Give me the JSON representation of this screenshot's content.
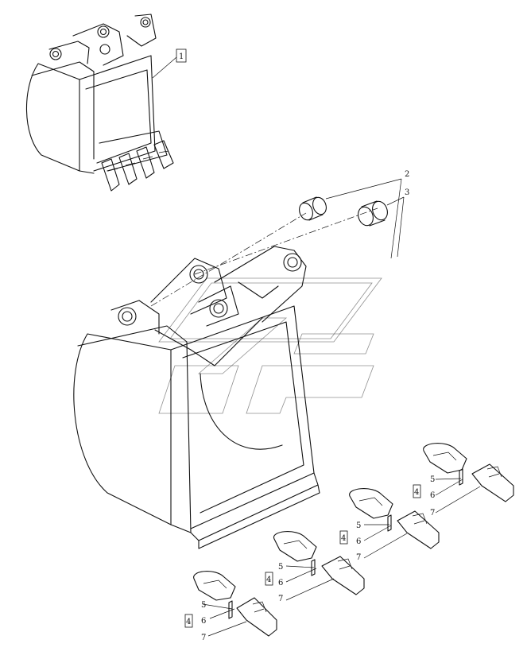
{
  "callouts": {
    "c1": "1",
    "c2": "2",
    "c3": "3",
    "a4": "4",
    "a5": "5",
    "a6": "6",
    "a7": "7",
    "b4": "4",
    "b5": "5",
    "b6": "6",
    "b7": "7",
    "d4": "4",
    "d5": "5",
    "d6": "6",
    "d7": "7",
    "e4": "4",
    "e5": "5",
    "e6": "6",
    "e7": "7"
  }
}
